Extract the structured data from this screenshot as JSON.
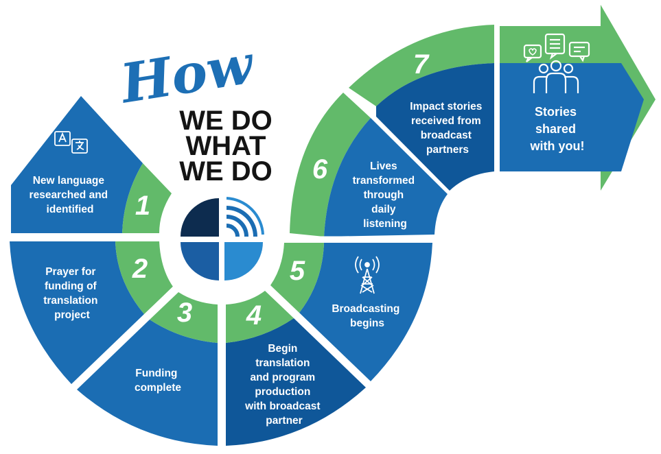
{
  "title": {
    "how": "How",
    "lines": [
      "WE DO",
      "WHAT",
      "WE DO"
    ]
  },
  "colors": {
    "blue": "#1b6db3",
    "dark_blue": "#0f5799",
    "green": "#62ba6a",
    "navy": "#0d2c4f",
    "light_blue": "#2a8bd0"
  },
  "steps": [
    {
      "number": "1",
      "label": [
        "New language",
        "researched and",
        "identified"
      ],
      "icon": "translate-icon"
    },
    {
      "number": "2",
      "label": [
        "Prayer for",
        "funding of",
        "translation",
        "project"
      ],
      "icon": ""
    },
    {
      "number": "3",
      "label": [
        "Funding",
        "complete"
      ],
      "icon": ""
    },
    {
      "number": "4",
      "label": [
        "Begin",
        "translation",
        "and program",
        "production",
        "with broadcast",
        "partner"
      ],
      "icon": ""
    },
    {
      "number": "5",
      "label": [
        "Broadcasting",
        "begins"
      ],
      "icon": "radio-tower-icon"
    },
    {
      "number": "6",
      "label": [
        "Lives",
        "transformed",
        "through",
        "daily",
        "listening"
      ],
      "icon": ""
    },
    {
      "number": "7",
      "label": [
        "Impact stories",
        "received from",
        "broadcast",
        "partners"
      ],
      "icon": ""
    }
  ],
  "final": {
    "label": [
      "Stories",
      "shared",
      "with you!"
    ],
    "icon": "people-chat-icon"
  },
  "center_icon": "broadcast-logo-icon"
}
